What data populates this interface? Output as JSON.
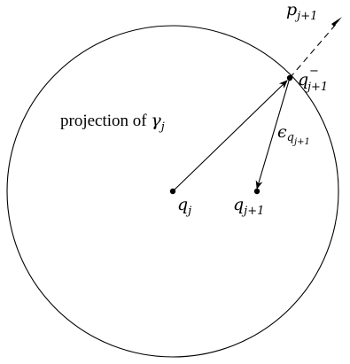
{
  "labels": {
    "p_next": {
      "base": "p",
      "sub": "j+1",
      "sup": ""
    },
    "q_minus": {
      "base": "q",
      "sub": "j+1",
      "sup": "−"
    },
    "projection_text": "projection of ",
    "gamma": {
      "base": "γ",
      "sub": "j"
    },
    "epsilon": {
      "base": "ϵ",
      "sub": "q",
      "subsub": "j+1"
    },
    "q_j": {
      "base": "q",
      "sub": "j"
    },
    "q_next": {
      "base": "q",
      "sub": "j+1"
    }
  },
  "colors": {
    "stroke": "#000000",
    "background": "#ffffff"
  }
}
